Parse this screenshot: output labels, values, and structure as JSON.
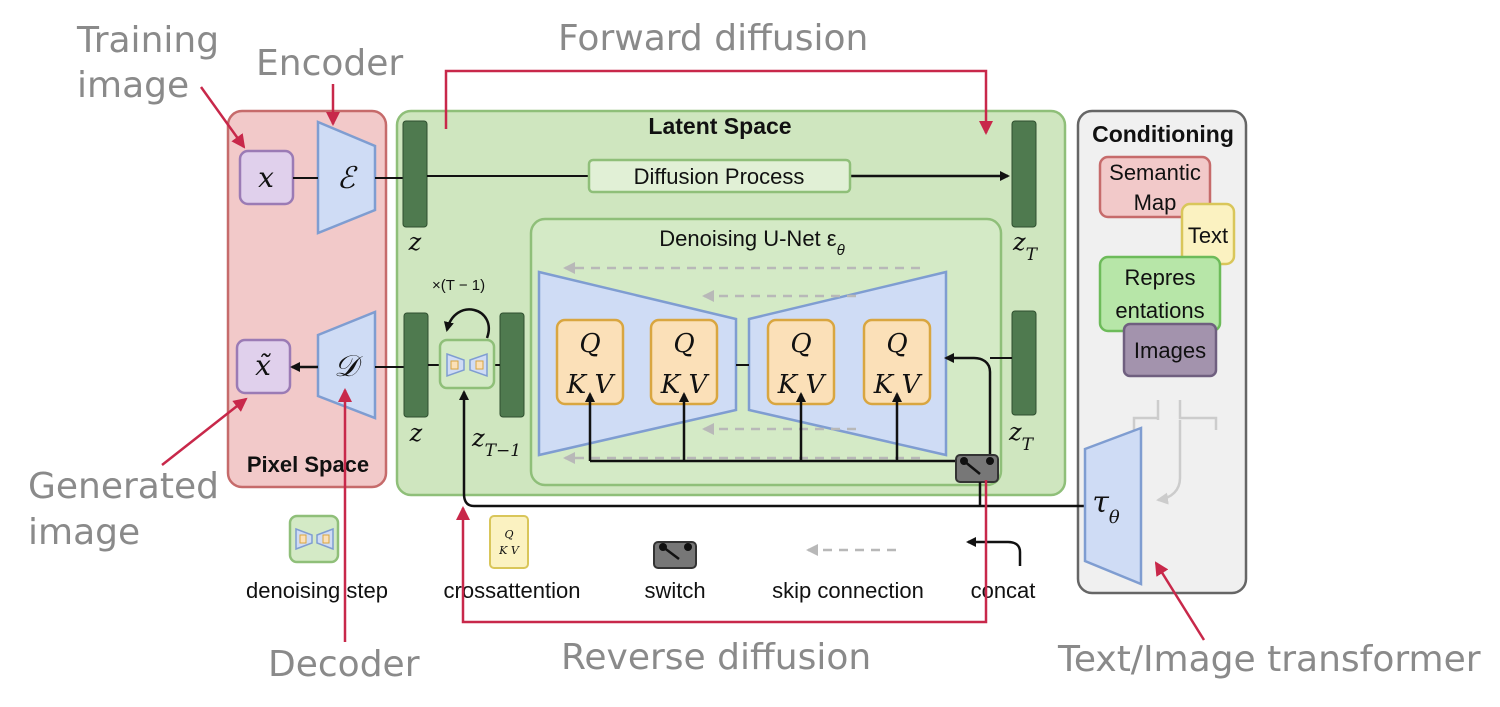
{
  "annotations": {
    "training_image": [
      "Training",
      "image"
    ],
    "encoder": "Encoder",
    "forward_diffusion": "Forward diffusion",
    "generated_image": [
      "Generated",
      "image"
    ],
    "decoder": "Decoder",
    "reverse_diffusion": "Reverse diffusion",
    "text_image_transformer": "Text/Image transformer"
  },
  "panels": {
    "pixel_space": "Pixel Space",
    "latent_space": "Latent Space",
    "conditioning": "Conditioning",
    "unet": "Denoising U-Net ε",
    "unet_sub": "θ",
    "diffusion_process": "Diffusion Process"
  },
  "symbols": {
    "x": "x",
    "x_tilde": "x̃",
    "encoder": "ℰ",
    "decoder": "𝒟",
    "z": "z",
    "z_t_base": "z",
    "z_t_sub": "T",
    "z_t1_sub": "T−1",
    "loop": "×(T − 1)",
    "q": "Q",
    "kv": "K V",
    "tau": "τ",
    "tau_sub": "θ"
  },
  "conditioning_items": {
    "semantic_map": [
      "Semantic",
      "Map"
    ],
    "text": "Text",
    "representations": [
      "Repres",
      "entations"
    ],
    "images": "Images"
  },
  "legend": {
    "denoising_step": "denoising step",
    "crossattention": "crossattention",
    "switch": "switch",
    "skip_connection": "skip connection",
    "concat": "concat"
  },
  "colors": {
    "red_arrow": "#c8284a",
    "pixel_bg": "#f2c9c9",
    "latent_bg": "#cfe6bf",
    "cond_bg": "#f0f0f0",
    "enc_blue": "#cfdcf5",
    "dark_green": "#4f7a4f",
    "qkv_bg": "#fbe0b8"
  }
}
